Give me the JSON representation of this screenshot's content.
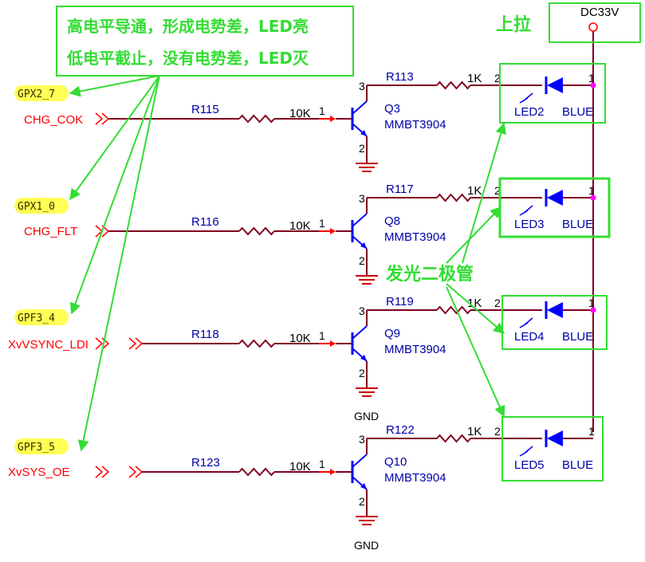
{
  "notes": {
    "line1": "高电平导通，形成电势差，LED亮",
    "line2": "低电平截止，没有电势差，LED灭",
    "pullup": "上拉",
    "led_group": "发光二极管"
  },
  "power": {
    "label": "DC33V"
  },
  "gnd_label": "GND",
  "channels": [
    {
      "gpio": "GPX2_7",
      "net": "CHG_COK",
      "base_resistor": "R115",
      "base_value": "10K",
      "transistor": "Q3",
      "transistor_part": "MMBT3904",
      "collector_resistor": "R113",
      "collector_value": "1K",
      "led": "LED2",
      "led_color": "BLUE"
    },
    {
      "gpio": "GPX1_0",
      "net": "CHG_FLT",
      "base_resistor": "R116",
      "base_value": "10K",
      "transistor": "Q8",
      "transistor_part": "MMBT3904",
      "collector_resistor": "R117",
      "collector_value": "1K",
      "led": "LED3",
      "led_color": "BLUE"
    },
    {
      "gpio": "GPF3_4",
      "net": "XvVSYNC_LDI",
      "base_resistor": "R118",
      "base_value": "10K",
      "transistor": "Q9",
      "transistor_part": "MMBT3904",
      "collector_resistor": "R119",
      "collector_value": "1K",
      "led": "LED4",
      "led_color": "BLUE"
    },
    {
      "gpio": "GPF3_5",
      "net": "XvSYS_OE",
      "base_resistor": "R123",
      "base_value": "10K",
      "transistor": "Q10",
      "transistor_part": "MMBT3904",
      "collector_resistor": "R122",
      "collector_value": "1K",
      "led": "LED5",
      "led_color": "BLUE"
    }
  ],
  "pins": {
    "base": "1",
    "collector": "3",
    "emitter": "2",
    "led_anode": "1",
    "led_cathode": "2"
  },
  "colors": {
    "annotation_green": "#33dd33",
    "wire": "#800020",
    "net_red": "#ff0000",
    "pin_red": "#ff0000",
    "component_blue": "#0000ff",
    "highlight": "#ffff55",
    "junction": "#ff00ff",
    "text_blue": "#0000aa",
    "gnd_red": "#cc0000"
  }
}
